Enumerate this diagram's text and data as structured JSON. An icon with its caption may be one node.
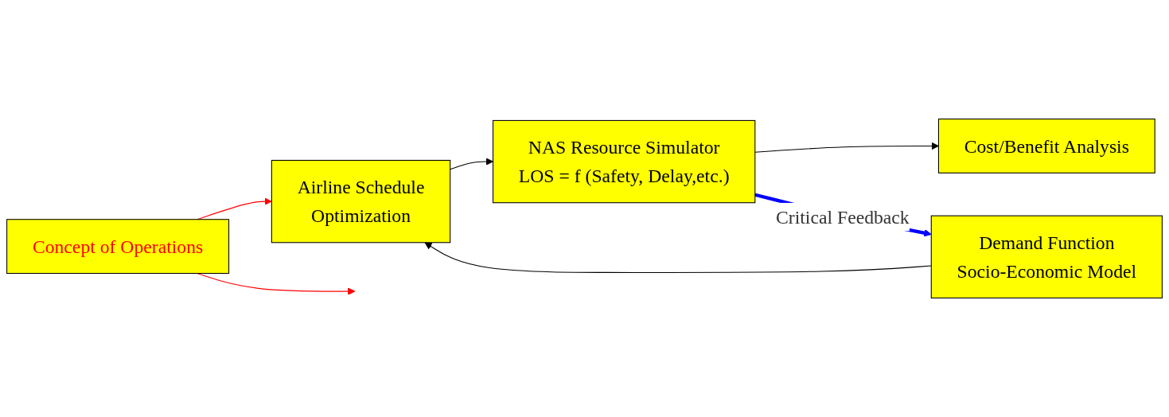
{
  "diagram": {
    "nodes": [
      {
        "text": [
          "Airline Schedule",
          "Optimization"
        ]
      },
      {
        "text": [
          "NAS Resource Simulator",
          "LOS = f (Safety, Delay,etc.)"
        ]
      },
      {
        "text": [
          "Concept of Operations"
        ]
      },
      {
        "text": [
          "Demand Function",
          "Socio-Economic Model"
        ]
      },
      {
        "text": [
          "Cost/Benefit Analysis"
        ]
      }
    ],
    "edges": [
      {
        "from": 0,
        "to": 1,
        "arrow": "to"
      },
      {
        "from": 2,
        "to": null,
        "arrow": "to",
        "color": "#ff0000"
      },
      {
        "from": 2,
        "to": 0,
        "arrow": "to",
        "color": "#ff0000"
      },
      {
        "from": 3,
        "to": 0,
        "arrow": "to"
      },
      {
        "from": 1,
        "to": 4,
        "arrow": "to"
      },
      {
        "from": 1,
        "to": 3,
        "arrow": "to",
        "label": "Critical Feedback",
        "style": "thick",
        "color": "#0000ff"
      }
    ]
  }
}
